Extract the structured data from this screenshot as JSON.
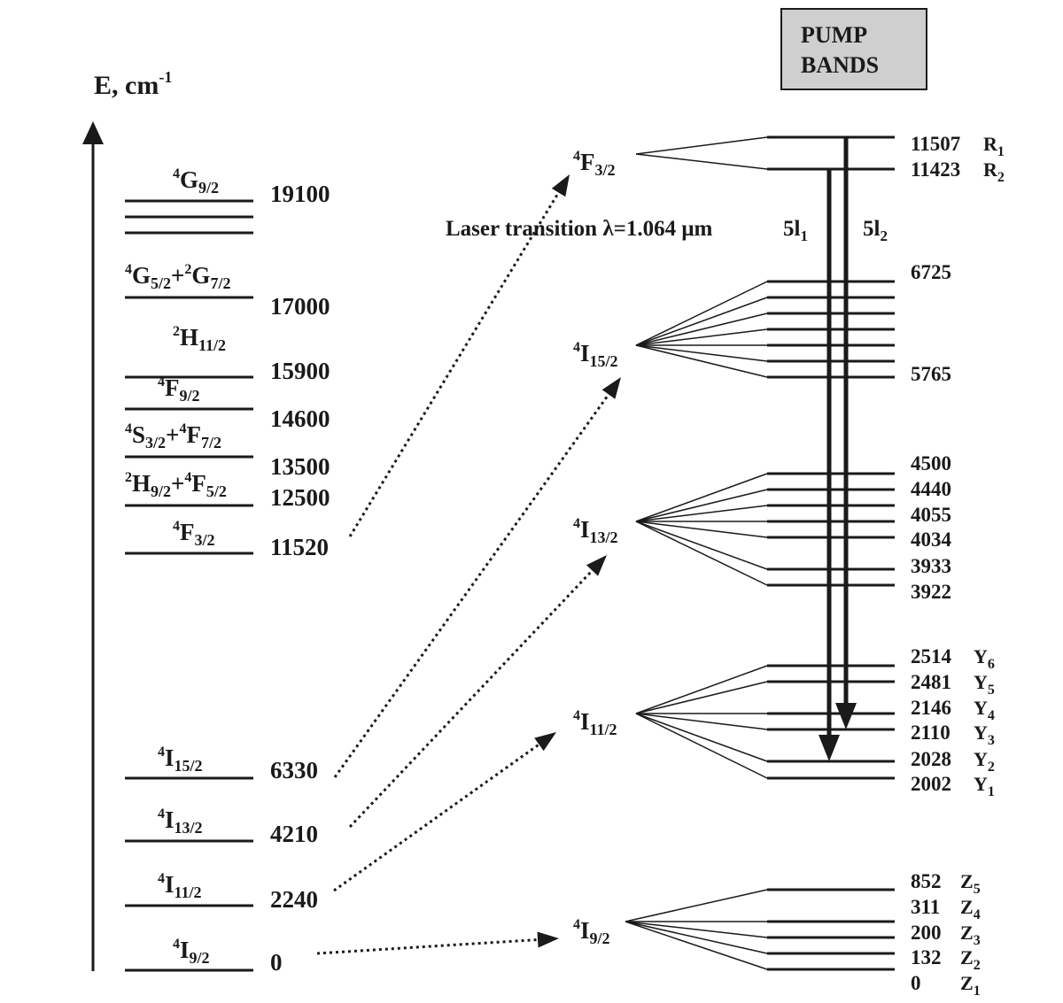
{
  "axis": {
    "label": "E, cm",
    "label_sup": "-1"
  },
  "pump_bands": {
    "line1": "PUMP",
    "line2": "BANDS"
  },
  "laser": {
    "text": "Laser transition λ=1.064 μm",
    "l1": "5l",
    "l1_sub": "1",
    "l2": "5l",
    "l2_sub": "2"
  },
  "left_levels": [
    {
      "id": "g92",
      "sup": "4",
      "label": "G",
      "sub": "9/2",
      "energy": "19100"
    },
    {
      "id": "g52",
      "sup": "4",
      "label": "G",
      "sub": "5/2",
      "plus": "+",
      "sup2": "2",
      "label2": "G",
      "sub2": "7/2",
      "energy": "17000"
    },
    {
      "id": "h112",
      "sup": "2",
      "label": "H",
      "sub": "11/2",
      "energy": "15900"
    },
    {
      "id": "f92",
      "sup": "4",
      "label": "F",
      "sub": "9/2",
      "energy": "14600"
    },
    {
      "id": "s32",
      "sup": "4",
      "label": "S",
      "sub": "3/2",
      "plus": "+",
      "sup2": "4",
      "label2": "F",
      "sub2": "7/2",
      "energy": "13500"
    },
    {
      "id": "h92",
      "sup": "2",
      "label": "H",
      "sub": "9/2",
      "plus": "+",
      "sup2": "4",
      "label2": "F",
      "sub2": "5/2",
      "energy": "12500"
    },
    {
      "id": "f32",
      "sup": "4",
      "label": "F",
      "sub": "3/2",
      "energy": "11520"
    },
    {
      "id": "i152",
      "sup": "4",
      "label": "I",
      "sub": "15/2",
      "energy": "6330"
    },
    {
      "id": "i132",
      "sup": "4",
      "label": "I",
      "sub": "13/2",
      "energy": "4210"
    },
    {
      "id": "i112",
      "sup": "4",
      "label": "I",
      "sub": "11/2",
      "energy": "2240"
    },
    {
      "id": "i92",
      "sup": "4",
      "label": "I",
      "sub": "9/2",
      "energy": "0"
    }
  ],
  "manifolds": [
    {
      "id": "F32",
      "sup": "4",
      "label": "F",
      "sub": "3/2"
    },
    {
      "id": "I152",
      "sup": "4",
      "label": "I",
      "sub": "15/2"
    },
    {
      "id": "I132",
      "sup": "4",
      "label": "I",
      "sub": "13/2"
    },
    {
      "id": "I112",
      "sup": "4",
      "label": "I",
      "sub": "11/2"
    },
    {
      "id": "I92",
      "sup": "4",
      "label": "I",
      "sub": "9/2"
    }
  ],
  "sublevels": {
    "F32": [
      {
        "value": "11507",
        "marker": "R",
        "marker_sub": "1"
      },
      {
        "value": "11423",
        "marker": "R",
        "marker_sub": "2"
      }
    ],
    "I152": [
      {
        "value": "6725"
      },
      {
        "value": ""
      },
      {
        "value": ""
      },
      {
        "value": ""
      },
      {
        "value": ""
      },
      {
        "value": ""
      },
      {
        "value": "5765"
      }
    ],
    "I132": [
      {
        "value": "4500"
      },
      {
        "value": "4440"
      },
      {
        "value": "4055"
      },
      {
        "value": "4034"
      },
      {
        "value": "3933"
      },
      {
        "value": "3922"
      }
    ],
    "I112": [
      {
        "value": "2514",
        "marker": "Y",
        "marker_sub": "6"
      },
      {
        "value": "2481",
        "marker": "Y",
        "marker_sub": "5"
      },
      {
        "value": "2146",
        "marker": "Y",
        "marker_sub": "4"
      },
      {
        "value": "2110",
        "marker": "Y",
        "marker_sub": "3"
      },
      {
        "value": "2028",
        "marker": "Y",
        "marker_sub": "2"
      },
      {
        "value": "2002",
        "marker": "Y",
        "marker_sub": "1"
      }
    ],
    "I92": [
      {
        "value": "852",
        "marker": "Z",
        "marker_sub": "5"
      },
      {
        "value": "311",
        "marker": "Z",
        "marker_sub": "4"
      },
      {
        "value": "200",
        "marker": "Z",
        "marker_sub": "3"
      },
      {
        "value": "132",
        "marker": "Z",
        "marker_sub": "2"
      },
      {
        "value": "0",
        "marker": "Z",
        "marker_sub": "1"
      }
    ]
  }
}
